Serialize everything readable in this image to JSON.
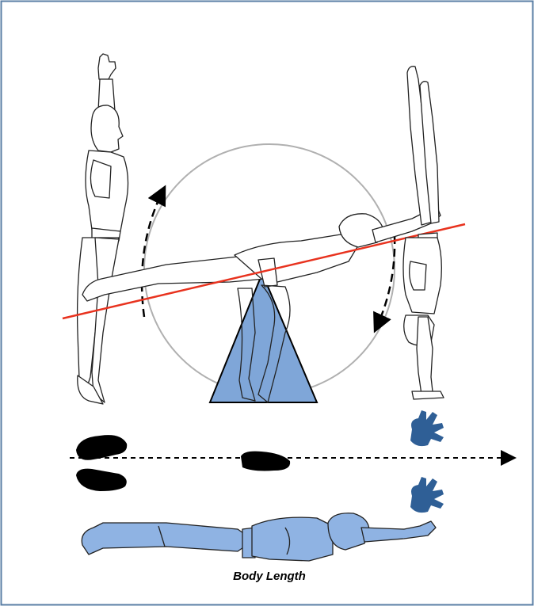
{
  "diagram": {
    "caption": "Body Length",
    "colors": {
      "frame": "#5b7fa6",
      "fulcrum": "#7fa6d8",
      "body_fill": "#8fb3e3",
      "hand": "#2f5f96",
      "balance_line": "#e8321e",
      "circle": "#b0b0b0",
      "outline": "#222222"
    },
    "figures": [
      "standing-figure-arms-up",
      "lever-figure-on-fulcrum",
      "handstand-figure",
      "lying-figure-body-length"
    ],
    "icons": [
      "footprint-icon",
      "handprint-icon",
      "arrow-icon"
    ]
  }
}
